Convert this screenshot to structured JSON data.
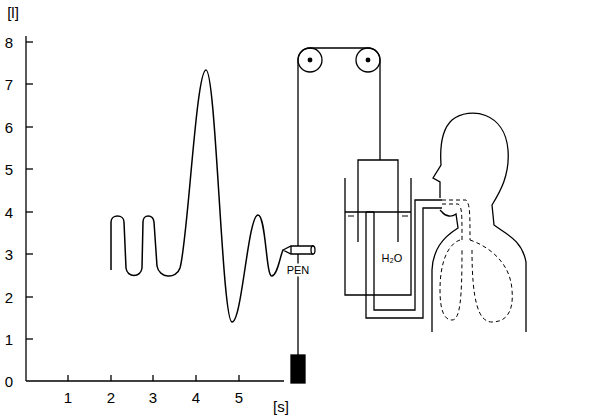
{
  "diagram": {
    "labels": [
      "[l]",
      "8",
      "7",
      "6",
      "5",
      "4",
      "3",
      "2",
      "1",
      "0",
      "1",
      "2",
      "3",
      "4",
      "5",
      "[s]",
      "PEN",
      "H₂O"
    ]
  }
}
